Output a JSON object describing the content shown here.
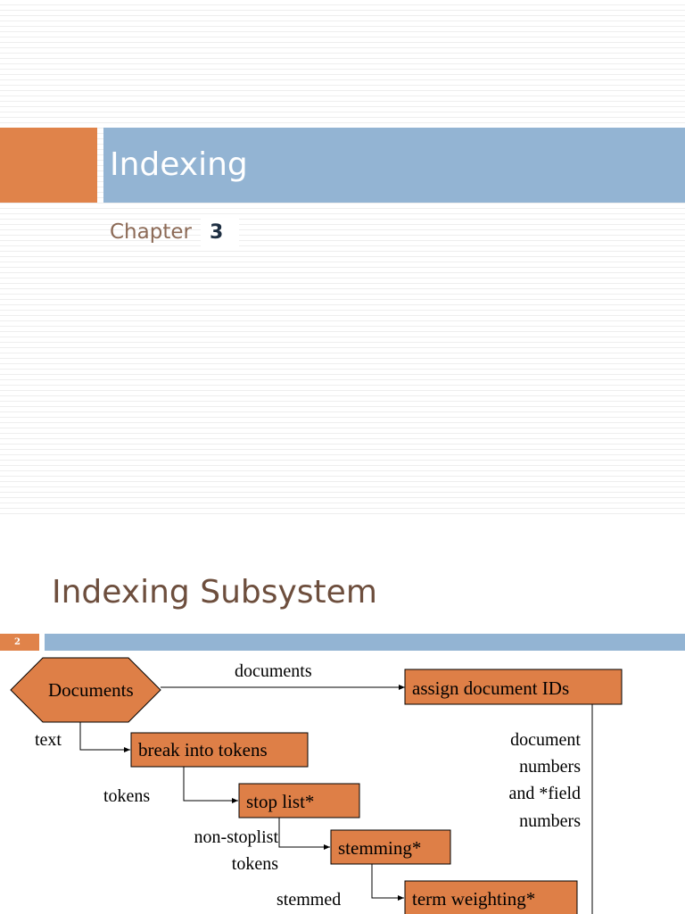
{
  "slide1": {
    "title": "Indexing",
    "subtitle_word": "Chapter",
    "subtitle_number": "3"
  },
  "slide2": {
    "title": "Indexing Subsystem",
    "slide_number": "2",
    "diagram": {
      "nodes": {
        "documents": "Documents",
        "assign_ids": "assign document IDs",
        "break_tokens": "break into tokens",
        "stop_list": "stop list*",
        "stemming": "stemming*",
        "term_weighting": "term weighting*"
      },
      "edge_labels": {
        "documents": "documents",
        "text": "text",
        "tokens": "tokens",
        "non_stoplist_1": "non-stoplist",
        "non_stoplist_2": "tokens",
        "stemmed": "stemmed",
        "doc_numbers_1": "document",
        "doc_numbers_2": "numbers",
        "doc_numbers_3": "and *field",
        "doc_numbers_4": "numbers"
      }
    }
  },
  "colors": {
    "accent_orange": "#e0834a",
    "accent_blue": "#93b4d3",
    "node_fill": "#de7f47",
    "title_brown": "#6d4e3d"
  }
}
